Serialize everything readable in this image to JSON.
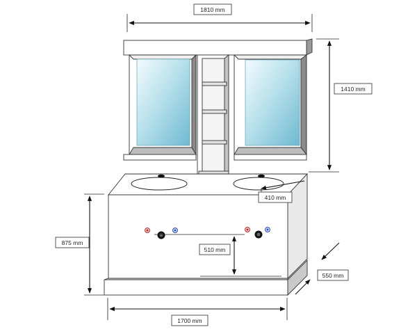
{
  "dimensions": {
    "total_width": "1810 mm",
    "total_height": "1410 mm",
    "basin_diameter": "410 mm",
    "cabinet_height": "875 mm",
    "tap_height": "510 mm",
    "depth": "550 mm",
    "cabinet_width": "1700 mm"
  },
  "colors": {
    "panel_white": "#ffffff",
    "panel_side": "#e9e9e9",
    "panel_shadow": "#bdbdbd",
    "frame_dark": "#8a8a8a",
    "glass_light": "#dff2f7",
    "glass_dark": "#7fc3d8",
    "tap_hot": "#cc2222",
    "tap_cold": "#2255cc"
  },
  "icons": {
    "arrow_head": "filled-triangle",
    "tap_hot": "red-tap-icon",
    "tap_cold": "blue-tap-icon",
    "drain": "black-drain-icon"
  }
}
